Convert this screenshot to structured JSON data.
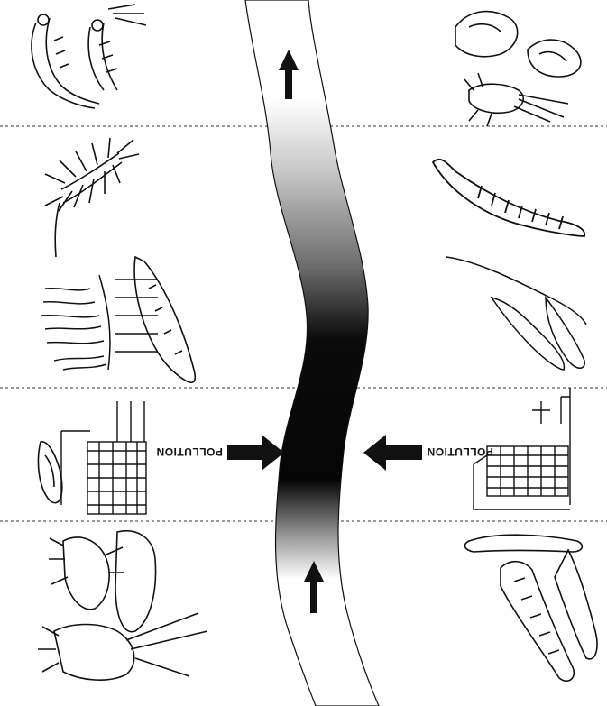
{
  "diagram": {
    "labels": {
      "pollution_left": "POLLUTION",
      "pollution_right": "POLLUTION"
    },
    "colors": {
      "ink": "#111111",
      "paper": "#ffffff",
      "river_dark": "#0a0a0a",
      "river_light": "#ffffff",
      "divider": "#333333"
    },
    "icons": {
      "flow_arrows": "up-arrow-icon",
      "pollution_arrows": "right-arrow-icon and left-arrow-icon",
      "left_organisms": "shrimp-larvae, isopod, tubifex-worms, leech, snail, stonefly-nymphs",
      "right_organisms": "snails, mayfly-nymph, midge-larva, rat-tailed-maggot, caddisfly-cases",
      "sources": "factory-icon, city-buildings-icon"
    }
  }
}
